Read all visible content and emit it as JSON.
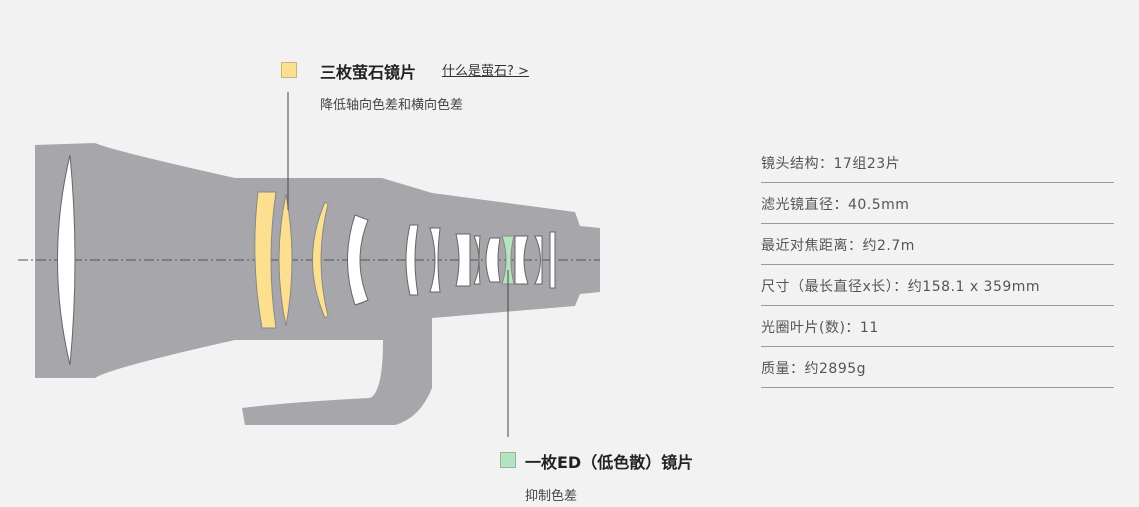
{
  "fluorite": {
    "title": "三枚萤石镜片",
    "link": "什么是萤石? >",
    "desc": "降低轴向色差和横向色差",
    "color": "#fde08f"
  },
  "ed": {
    "title": "一枚ED（低色散）镜片",
    "desc": "抑制色差",
    "color": "#b5e2bf"
  },
  "specs": [
    "镜头结构：17组23片",
    "滤光镜直径：40.5mm",
    "最近对焦距离：约2.7m",
    "尺寸（最长直径x长）：约158.1 x 359mm",
    "光圈叶片(数)：11",
    "质量：约2895g"
  ]
}
